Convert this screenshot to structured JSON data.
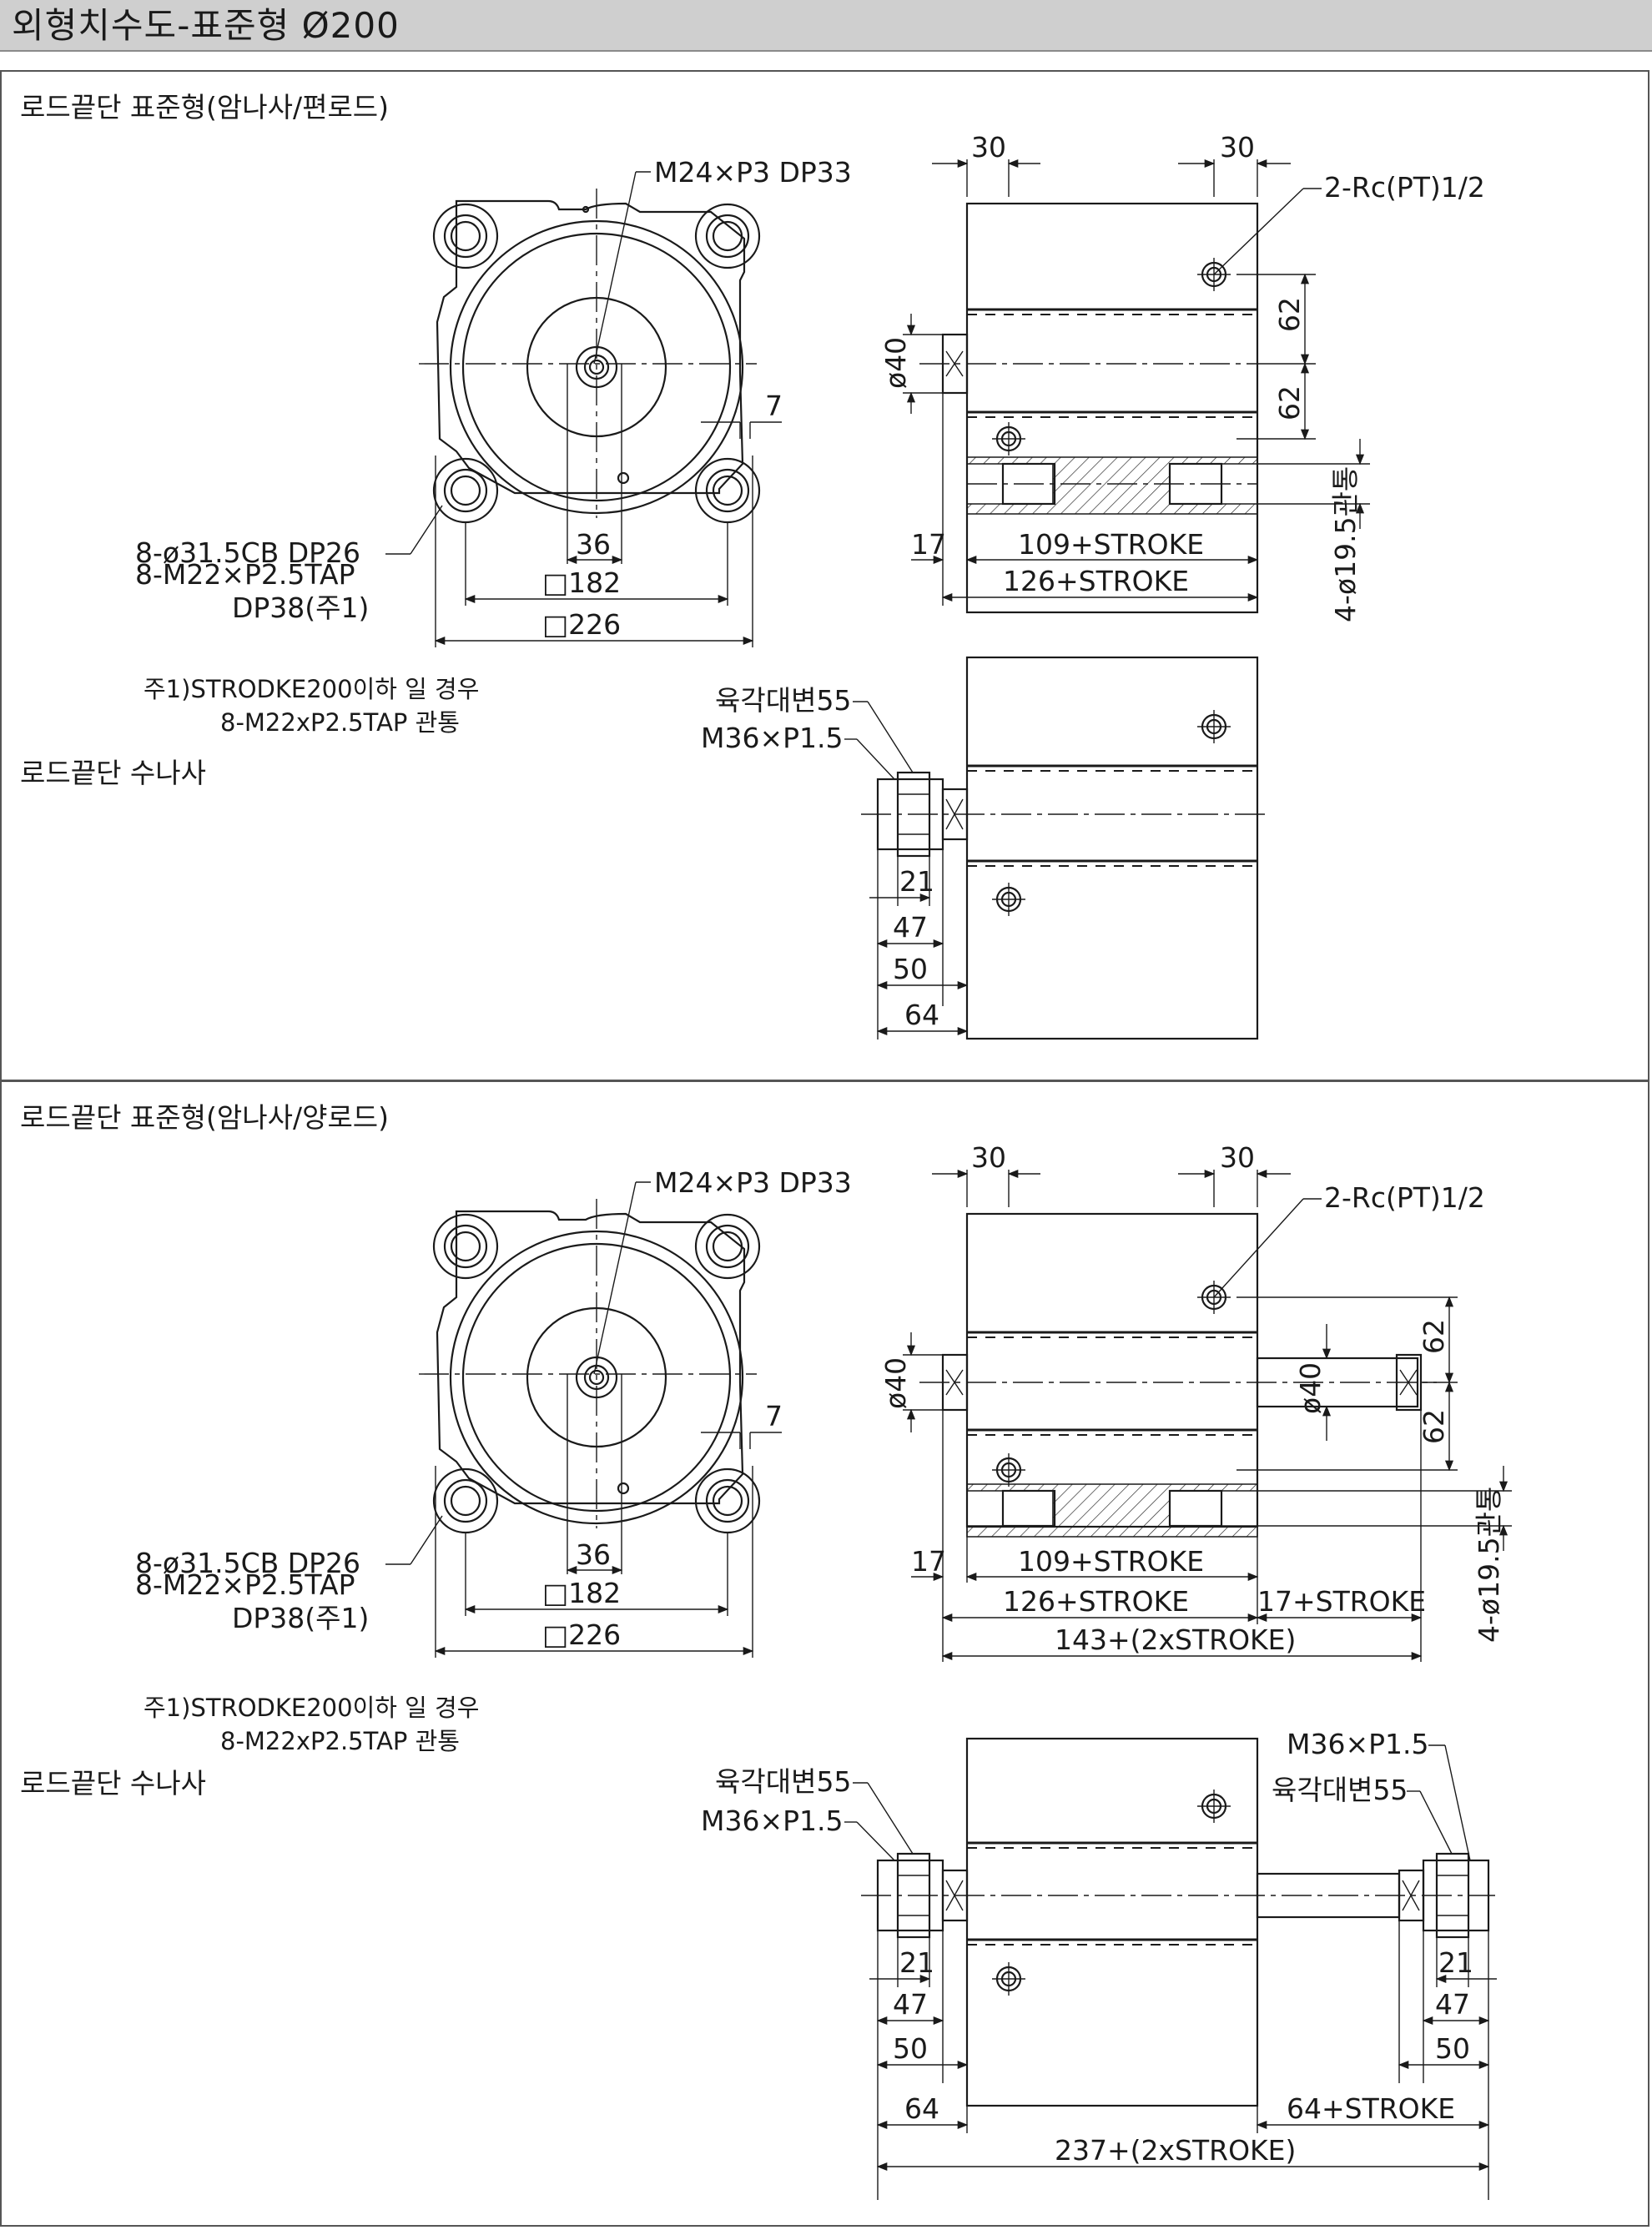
{
  "page_title": "외형치수도-표준형 Ø200",
  "panel1": {
    "section_a": "로드끝단 표준형(암나사/편로드)",
    "section_b": "로드끝단 수나사",
    "note_line1": "주1)STRODKE200이하 일 경우",
    "note_line2": "8-M22xP2.5TAP 관통",
    "dims": {
      "rod_thread": "M24×P3 DP33",
      "port": "2-Rc(PT)1/2",
      "top_left_30": "30",
      "top_right_30": "30",
      "port_pitch_upper": "62",
      "port_pitch_lower": "62",
      "rod_dia": "ø40",
      "seven": "7",
      "cb_line1": "8-ø31.5CB DP26",
      "cb_line2": "8-M22×P2.5TAP",
      "cb_line3": "DP38(주1)",
      "d36": "36",
      "sq182": "□182",
      "sq226": "□226",
      "d17": "17",
      "body_len": "109+STROKE",
      "total_len": "126+STROKE",
      "thru_holes": "4-ø19.5관통",
      "hex": "육각대변55",
      "male_thread": "M36×P1.5",
      "d21": "21",
      "d47": "47",
      "d50": "50",
      "d64": "64"
    }
  },
  "panel2": {
    "section_a": "로드끝단 표준형(암나사/양로드)",
    "section_b": "로드끝단 수나사",
    "note_line1": "주1)STRODKE200이하 일 경우",
    "note_line2": "8-M22xP2.5TAP 관통",
    "dims": {
      "rod_thread": "M24×P3 DP33",
      "port": "2-Rc(PT)1/2",
      "top_left_30": "30",
      "top_right_30": "30",
      "port_pitch_upper": "62",
      "port_pitch_lower": "62",
      "rod_dia_left": "ø40",
      "rod_dia_right": "ø40",
      "seven": "7",
      "cb_line1": "8-ø31.5CB DP26",
      "cb_line2": "8-M22×P2.5TAP",
      "cb_line3": "DP38(주1)",
      "d36": "36",
      "sq182": "□182",
      "sq226": "□226",
      "d17": "17",
      "body_len": "109+STROKE",
      "len126": "126+STROKE",
      "len17": "17+STROKE",
      "total_len": "143+(2xSTROKE)",
      "thru_holes": "4-ø19.5관통",
      "hex_left": "육각대변55",
      "male_left": "M36×P1.5",
      "hex_right": "육각대변55",
      "male_right": "M36×P1.5",
      "d21_left": "21",
      "d47_left": "47",
      "d50_left": "50",
      "d64_left": "64",
      "d21_right": "21",
      "d47_right": "47",
      "d50_right": "50",
      "right_64": "64+STROKE",
      "grand_total": "237+(2xSTROKE)"
    }
  }
}
